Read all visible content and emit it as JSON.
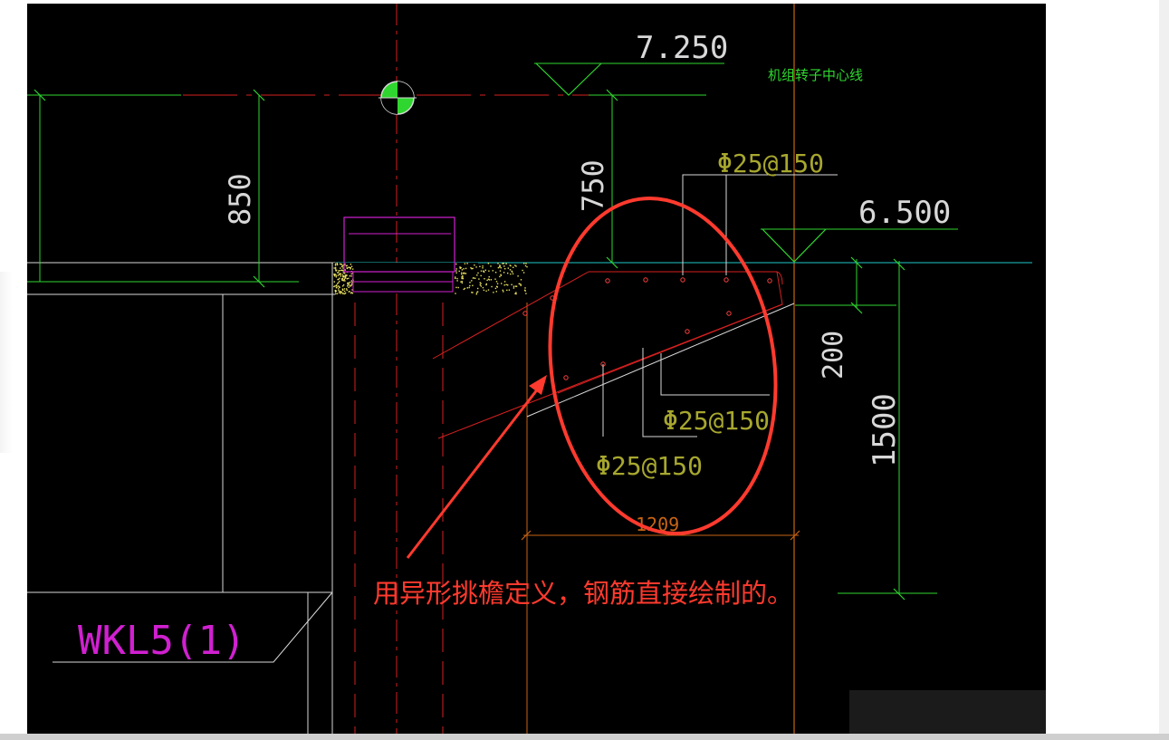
{
  "drawing": {
    "elevations": {
      "top": "7.250",
      "slab": "6.500"
    },
    "centerline_note": "机组转子中心线",
    "dimensions": {
      "left_height": "850",
      "mid_height": "750",
      "slab_thickness": "200",
      "right_height": "1500",
      "bottom_width": "1209",
      "left_cut": "850"
    },
    "rebar_labels": {
      "top": "Φ25@150",
      "middle": "Φ25@150",
      "bottom": "Φ25@150"
    },
    "beam_label": "WKL5(1)",
    "annotation": "用异形挑檐定义，钢筋直接绘制的。"
  },
  "colors": {
    "background": "#000000",
    "dimension_green": "#2fd62f",
    "axis_red": "#d62020",
    "markup_red": "#ff3a2e",
    "magenta": "#d020d0",
    "rebar_text": "#a7a72f",
    "axis_orange": "#c86414",
    "cyan": "#20c8c8",
    "white": "#d8d8d8"
  }
}
